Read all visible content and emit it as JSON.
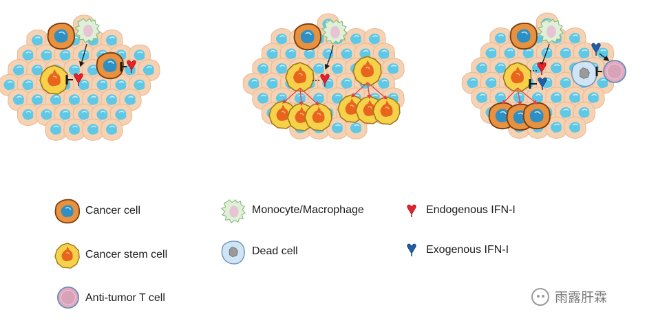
{
  "legend": {
    "cancer_cell": "Cancer cell",
    "cancer_stem_cell": "Cancer stem cell",
    "anti_tumor_t_cell": "Anti-tumor T cell",
    "monocyte_macrophage": "Monocyte/Macrophage",
    "dead_cell": "Dead cell",
    "endogenous_ifn": "Endogenous IFN-I",
    "exogenous_ifn": "Exogenous IFN-I"
  },
  "watermark": {
    "text": "雨露肝霖"
  },
  "colors": {
    "tumor_cell_body": "#f6d2b2",
    "tumor_nucleus": "#5ec8e6",
    "cancer_cell_body": "#e8913e",
    "stem_cell_body": "#f6d24a",
    "stem_nucleus": "#e8651e",
    "monocyte_body": "#dff0d8",
    "dead_cell_body": "#cfe4f4",
    "t_cell_body": "#e3a7c2",
    "endogenous_ifn": "#e8212a",
    "exogenous_ifn": "#1f5fa8",
    "arrow_red": "#e0404a"
  }
}
